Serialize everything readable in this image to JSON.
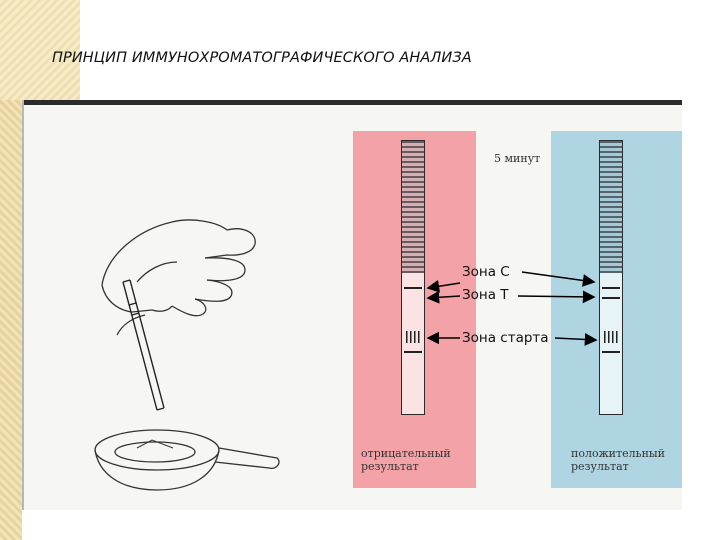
{
  "slide": {
    "title": "ПРИНЦИП ИММУНОХРОМАТОГРАФИЧЕСКОГО АНАЛИЗА"
  },
  "figure": {
    "time_label": "5 минут",
    "negative_label": "отрицательный результат",
    "positive_label": "положительный результат",
    "zones": {
      "c": "Зона С",
      "t": "Зона Т",
      "start": "Зона старта"
    },
    "colors": {
      "negative_panel": "#f3a2a7",
      "positive_panel": "#aed5e1",
      "arrow": "#000000"
    }
  }
}
